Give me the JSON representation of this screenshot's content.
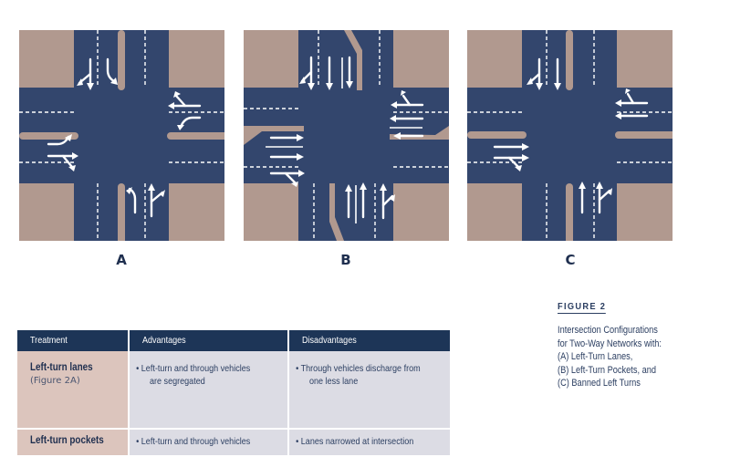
{
  "colors": {
    "road": "#33466d",
    "block": "#b1998f",
    "marking": "#ffffff",
    "label": "#1f2f4f",
    "table_header": "#1d3557",
    "treatment_cell": "#dcc5bd",
    "content_cell": "#dcdce4"
  },
  "figure": {
    "title": "FIGURE 2",
    "caption_lines": [
      "Intersection Configurations",
      "for Two-Way Networks with:",
      "(A) Left-Turn Lanes,",
      "(B) Left-Turn Pockets, and",
      "(C) Banned Left Turns"
    ]
  },
  "panels": [
    {
      "label": "A",
      "configuration": "Left-turn lanes",
      "approaches": {
        "southbound": [
          "through + left-turn (shared)",
          "right-turn"
        ],
        "northbound": [
          "left-turn",
          "through + right-turn"
        ],
        "eastbound": [
          "left-turn",
          "through + right-turn"
        ],
        "westbound": [
          "through + right-turn",
          "left-turn"
        ]
      }
    },
    {
      "label": "B",
      "configuration": "Left-turn pockets",
      "approaches": {
        "southbound": [
          "through + right-turn",
          "through",
          "left-turn pocket"
        ],
        "northbound": [
          "left-turn pocket",
          "through",
          "through + right-turn"
        ],
        "eastbound": [
          "left-turn pocket",
          "through",
          "through + right-turn"
        ],
        "westbound": [
          "through + right-turn",
          "through",
          "left-turn pocket"
        ]
      }
    },
    {
      "label": "C",
      "configuration": "Banned left turns",
      "approaches": {
        "southbound": [
          "through + right-turn",
          "through"
        ],
        "northbound": [
          "through",
          "through + right-turn"
        ],
        "eastbound": [
          "through",
          "through + right-turn"
        ],
        "westbound": [
          "through + right-turn",
          "through"
        ]
      }
    }
  ],
  "table": {
    "headers": [
      "Treatment",
      "Advantages",
      "Disadvantages"
    ],
    "rows": [
      {
        "treatment": "Left-turn lanes",
        "reference": "(Figure 2A)",
        "advantages": [
          "Left-turn and through vehicles are segregated"
        ],
        "advantages_lines": [
          "• Left-turn and through vehicles",
          "are segregated"
        ],
        "disadvantages_lines": [
          "• Through vehicles discharge from",
          "one less lane"
        ]
      },
      {
        "treatment": "Left-turn pockets",
        "reference": "",
        "advantages_lines": [
          "• Left-turn and through vehicles"
        ],
        "disadvantages_lines": [
          "• Lanes narrowed at intersection"
        ]
      }
    ]
  }
}
